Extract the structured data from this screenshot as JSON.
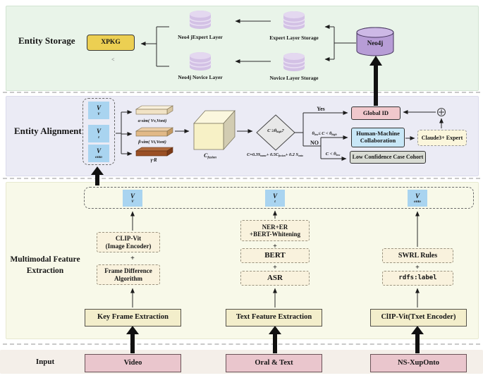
{
  "figure": {
    "sections": {
      "storage": {
        "label": "Entity Storage"
      },
      "alignment": {
        "label": "Entity Alignment"
      },
      "multimodal": {
        "label_line1": "Multimodal Feature",
        "label_line2": "Extraction"
      },
      "input": {
        "label": "Input"
      }
    },
    "storage": {
      "xpkg_label": "XPKG",
      "caret": "<",
      "expert_layer_label": "Neo4 jExpert Layer",
      "novice_layer_label": "Neo4j Novice Layer",
      "expert_storage_label": "Expert Layer Storage",
      "novice_storage_label": "Novice Layer Storage",
      "neo4j_label": "Neo4j"
    },
    "vectors": [
      [
        {
          "t": "V"
        },
        {
          "s": "V"
        }
      ],
      [
        {
          "t": "V"
        },
        {
          "s": "t"
        }
      ],
      [
        {
          "t": "V"
        },
        {
          "s": "onto"
        }
      ]
    ],
    "alignment": {
      "slab_labels": [
        "α·sim( Vv,Vont)",
        "β·sim( Vt,Vont)",
        "γ·R"
      ],
      "cube_label": [
        {
          "t": "C"
        },
        {
          "s": "fusion"
        }
      ],
      "diamond_label": [
        {
          "t": "C ≥θ"
        },
        {
          "s": "high"
        },
        {
          "t": "?"
        }
      ],
      "formula": [
        {
          "t": "C=0.3S"
        },
        {
          "s": "name"
        },
        {
          "t": "+ 0.5C"
        },
        {
          "s": "fusion"
        },
        {
          "t": "+ 0.2 S"
        },
        {
          "s": "onto"
        }
      ],
      "yes_label": "Yes",
      "no_label": "NO",
      "branch_mid": [
        {
          "t": "θ"
        },
        {
          "s": "low"
        },
        {
          "t": "≤ C < θ"
        },
        {
          "s": "high"
        }
      ],
      "branch_low": [
        {
          "t": "C < θ"
        },
        {
          "s": "low"
        }
      ],
      "global_id_label": "Global ID",
      "hmc_line1": "Human-Machine",
      "hmc_line2": "Collaboration",
      "claude_label": "Claude3+ Expert",
      "low_conf_label": "Low Confidence Case Cohort"
    },
    "multimodal": {
      "plus": "+",
      "video_col": {
        "box1_line1": "CLIP-Vit",
        "box1_line2": "(Image Encoder)",
        "box2_line1": "Frame Difference",
        "box2_line2": "Algorithm",
        "extractor": "Key Frame Extraction"
      },
      "text_col": {
        "box1_line1": "NER+ER",
        "box1_line2": "+BERT-Whitening",
        "box2": "BERT",
        "box3": "ASR",
        "extractor": "Text Feature Extraction"
      },
      "onto_col": {
        "box1": "SWRL Rules",
        "box2": "rdfs:label",
        "extractor": "ClIP-Vit(Txet Encoder)"
      }
    },
    "input": {
      "items": [
        "Video",
        "Oral & Text",
        "NS-XupOnto"
      ]
    },
    "colors": {
      "storage_bg": "#e9f4e9",
      "alignment_bg": "#ebebf5",
      "multimodal_bg": "#f8f9e9",
      "input_bg": "#f4efe9",
      "cyl_small": "#d3c1e5",
      "cyl_small_top": "#e4d8f0",
      "neo4j_body": "#b79dd6",
      "neo4j_top": "#cdb9e6",
      "vector_blue": "#a9d4f0",
      "slab1": "#f1e3c6",
      "slab1_top": "#f8efda",
      "slab1_side": "#d8c7a2",
      "slab2": "#e1b987",
      "slab2_top": "#ebcda6",
      "slab2_side": "#c49a64",
      "slab3": "#9a4f25",
      "slab3_top": "#b06a3c",
      "slab3_side": "#7c3a18",
      "cube_front": "#f7f1c6",
      "cube_top": "#fbf7de",
      "cube_side": "#d2ccb2",
      "diamond_fill": "#e8e8e8",
      "xpkg_yellow": "#eccf52",
      "global_id_pink": "#f0c8cc",
      "hmc_blue": "#c8e7f7",
      "claude_cream": "#fbf6dc",
      "low_conf_gray": "#d9dcd4",
      "dashed_box_cream": "#f9f2dd",
      "solid_box_yellow": "#f3eecb",
      "input_pink": "#eac6cd",
      "arrow_black": "#111111"
    }
  }
}
